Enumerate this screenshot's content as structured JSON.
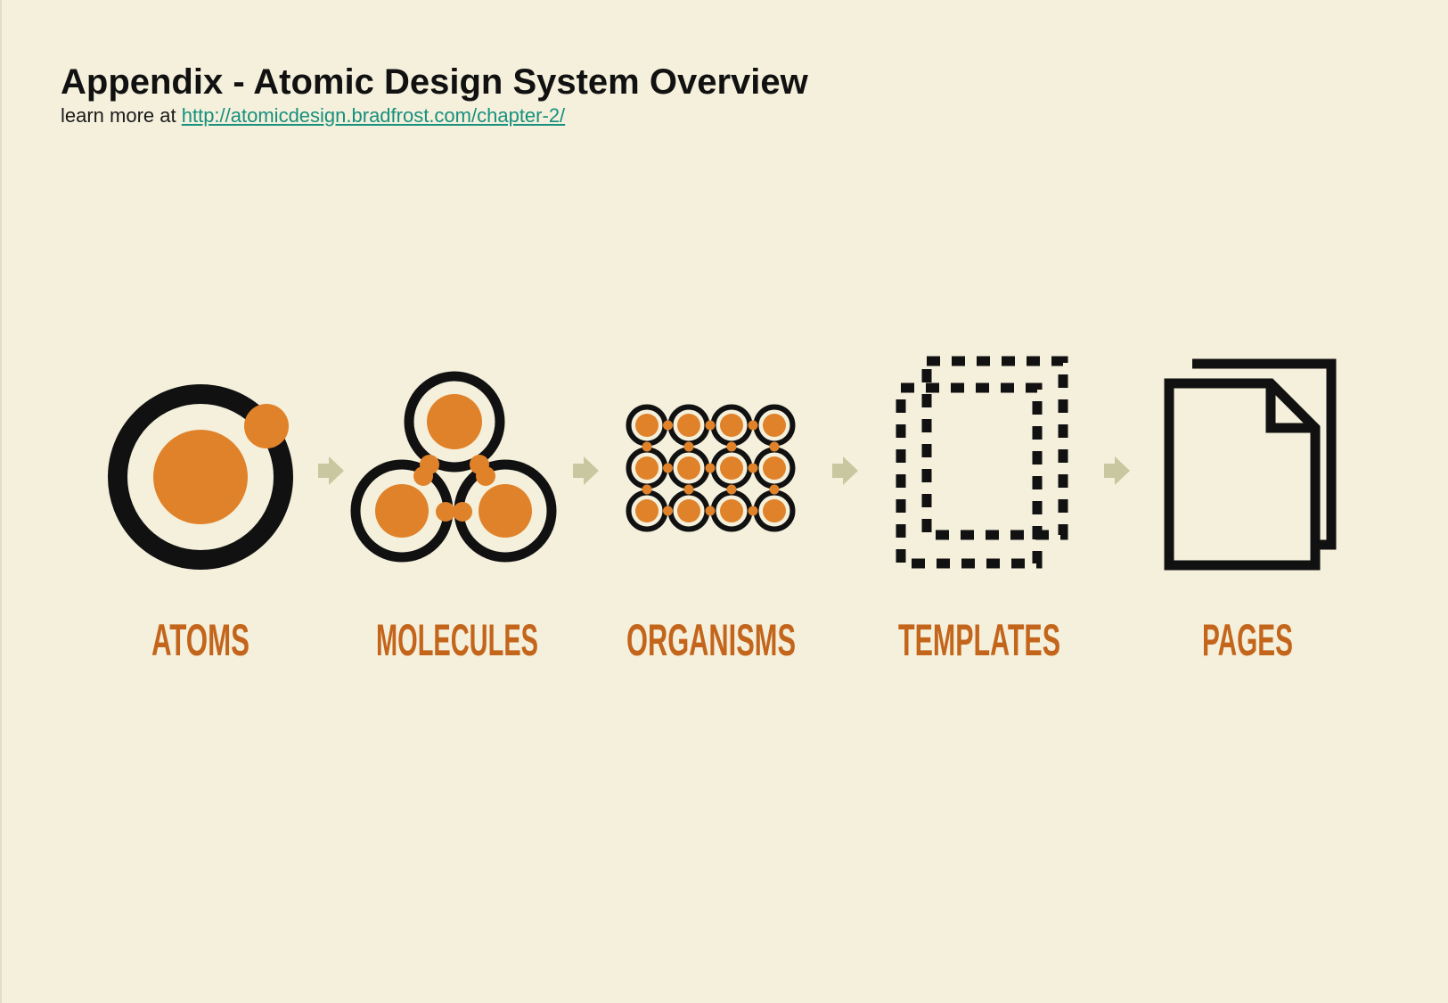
{
  "header": {
    "title": "Appendix - Atomic Design System Overview",
    "subtitle_prefix": "learn more at ",
    "link_text": "http://atomicdesign.bradfrost.com/chapter-2/"
  },
  "stages": [
    {
      "label": "ATOMS",
      "icon": "atom-icon"
    },
    {
      "label": "MOLECULES",
      "icon": "molecule-icon"
    },
    {
      "label": "ORGANISMS",
      "icon": "organism-icon"
    },
    {
      "label": "TEMPLATES",
      "icon": "template-icon"
    },
    {
      "label": "PAGES",
      "icon": "pages-icon"
    }
  ],
  "colors": {
    "background": "#f4f0dc",
    "accent": "#e08229",
    "label": "#c4651c",
    "ink": "#111111",
    "arrow": "#c8c79f",
    "link": "#17907e"
  }
}
